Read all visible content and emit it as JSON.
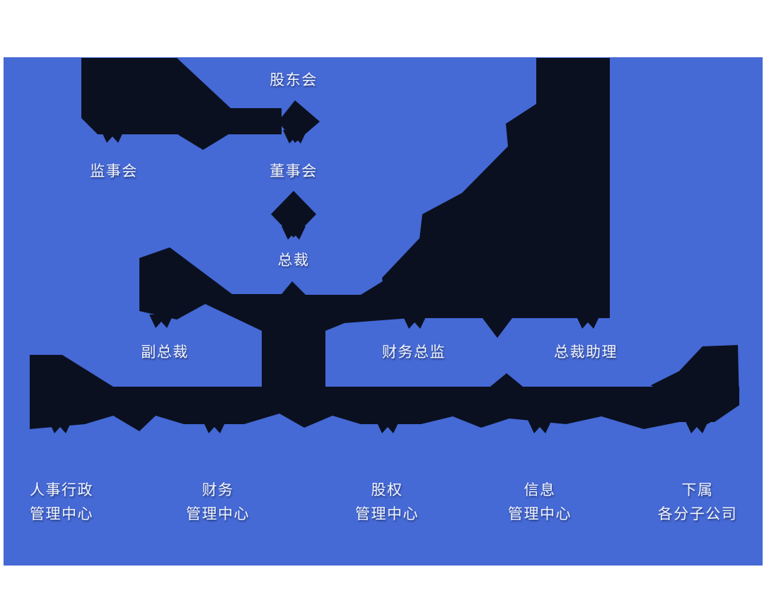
{
  "meta": {
    "title": "公司组织架构图",
    "type": "org-chart"
  },
  "colors": {
    "page_background": "#ffffff",
    "panel_background": "#4569d5",
    "connector_color": "#0a101f",
    "label_color": "#f2f5fc"
  },
  "org_chart": {
    "nodes": {
      "shareholders": {
        "label": "股东会"
      },
      "supervisors": {
        "label": "监事会"
      },
      "directors": {
        "label": "董事会"
      },
      "president": {
        "label": "总裁"
      },
      "vice_president": {
        "label": "副总裁"
      },
      "finance_director": {
        "label": "财务总监"
      },
      "president_assistant": {
        "label": "总裁助理"
      },
      "hr_admin_center": {
        "line1": "人事行政",
        "line2": "管理中心"
      },
      "finance_center": {
        "line1": "财务",
        "line2": "管理中心"
      },
      "equity_center": {
        "line1": "股权",
        "line2": "管理中心"
      },
      "info_center": {
        "line1": "信息",
        "line2": "管理中心"
      },
      "subsidiaries": {
        "line1": "下属",
        "line2": "各分子公司"
      }
    },
    "edges": [
      {
        "from": "股东会",
        "to": "监事会"
      },
      {
        "from": "股东会",
        "to": "董事会"
      },
      {
        "from": "董事会",
        "to": "总裁"
      },
      {
        "from": "总裁",
        "to": "副总裁"
      },
      {
        "from": "总裁",
        "to": "财务总监"
      },
      {
        "from": "总裁",
        "to": "总裁助理"
      },
      {
        "from": "总裁",
        "to": "人事行政管理中心"
      },
      {
        "from": "总裁",
        "to": "财务管理中心"
      },
      {
        "from": "总裁",
        "to": "股权管理中心"
      },
      {
        "from": "总裁",
        "to": "信息管理中心"
      },
      {
        "from": "总裁",
        "to": "下属各分子公司"
      }
    ]
  }
}
